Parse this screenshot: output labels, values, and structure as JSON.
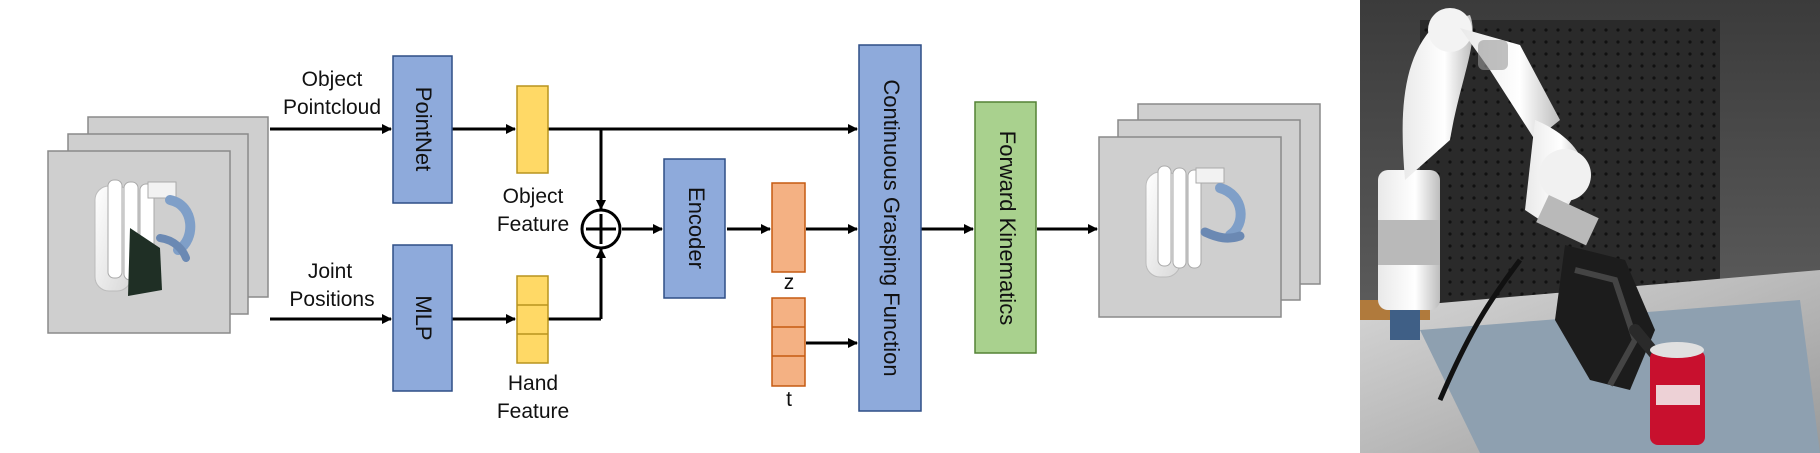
{
  "inputs": {
    "object_pointcloud": [
      "Object",
      "Pointcloud"
    ],
    "joint_positions": [
      "Joint",
      "Positions"
    ]
  },
  "blocks": {
    "pointnet": "PointNet",
    "mlp": "MLP",
    "encoder": "Encoder",
    "grasping_function": "Continuous Grasping Function",
    "forward_kinematics": "Forward Kinematics"
  },
  "features": {
    "object_feature": [
      "Object",
      "Feature"
    ],
    "hand_feature": [
      "Hand",
      "Feature"
    ],
    "z_label": "z",
    "t_label": "t"
  },
  "colors": {
    "block_blue": "#8eaadb",
    "block_green": "#a9d18e",
    "feature_yellow": "#ffd966",
    "latent_orange": "#f4b183"
  }
}
